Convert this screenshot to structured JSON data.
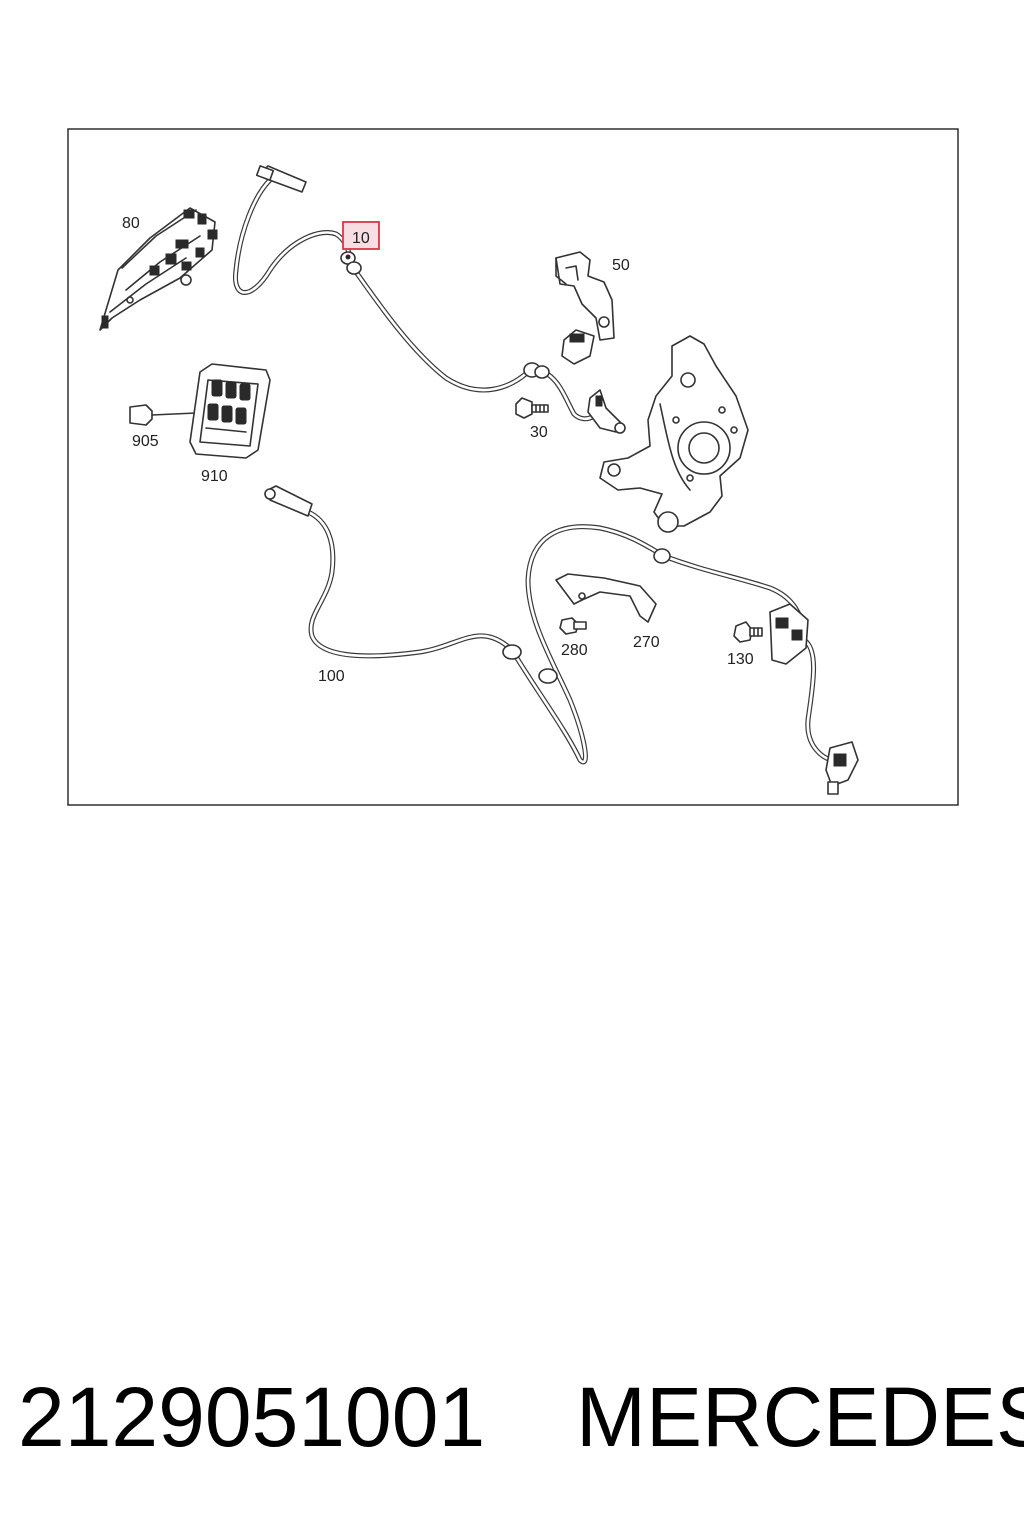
{
  "diagram": {
    "callouts": [
      {
        "id": "10",
        "label": "10",
        "highlighted": true
      },
      {
        "id": "30",
        "label": "30",
        "highlighted": false
      },
      {
        "id": "50",
        "label": "50",
        "highlighted": false
      },
      {
        "id": "80",
        "label": "80",
        "highlighted": false
      },
      {
        "id": "100",
        "label": "100",
        "highlighted": false
      },
      {
        "id": "130",
        "label": "130",
        "highlighted": false
      },
      {
        "id": "270",
        "label": "270",
        "highlighted": false
      },
      {
        "id": "280",
        "label": "280",
        "highlighted": false
      },
      {
        "id": "905",
        "label": "905",
        "highlighted": false
      },
      {
        "id": "910",
        "label": "910",
        "highlighted": false
      }
    ],
    "highlight_color": "#d9364b",
    "highlight_fill": "#f8dde2"
  },
  "footer": {
    "part_number": "2129051001",
    "brand": "MERCEDES"
  }
}
